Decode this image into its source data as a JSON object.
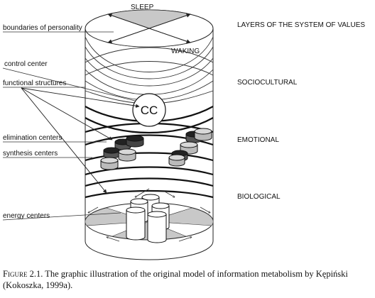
{
  "labels": {
    "sleep": "SLEEP",
    "waking": "WAKING",
    "cc": "CC",
    "boundaries": "boundaries of personality",
    "control_center": "control center",
    "functional_structures": "functional structures",
    "elimination_centers": "elimination centers",
    "synthesis_centers": "synthesis centers",
    "energy_centers": "energy centers"
  },
  "layers": {
    "title": "LAYERS OF THE SYSTEM OF VALUES",
    "sociocultural": "SOCIOCULTURAL",
    "emotional": "EMOTIONAL",
    "biological": "BIOLOGICAL"
  },
  "caption": {
    "figure_label": "Figure 2.1.",
    "text": "The graphic illustration of the original model of information metabolism by Kępiński (Kokoszka, 1999a)."
  }
}
